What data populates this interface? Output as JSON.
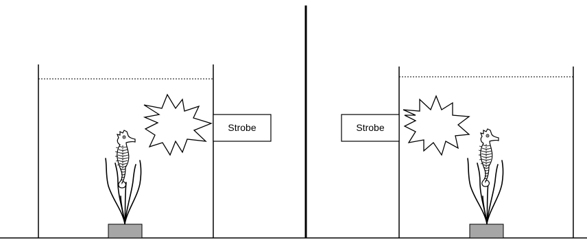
{
  "panels": [
    {
      "id": "left",
      "strobe_label": "Strobe"
    },
    {
      "id": "right",
      "strobe_label": "Strobe"
    }
  ],
  "colors": {
    "line": "#000000",
    "background": "#ffffff",
    "pedestal": "#a6a6a6",
    "flash_fill": "#ffffff"
  },
  "icons": [
    "seahorse-icon",
    "coral-plant-icon",
    "flash-burst-icon",
    "pedestal-block"
  ]
}
